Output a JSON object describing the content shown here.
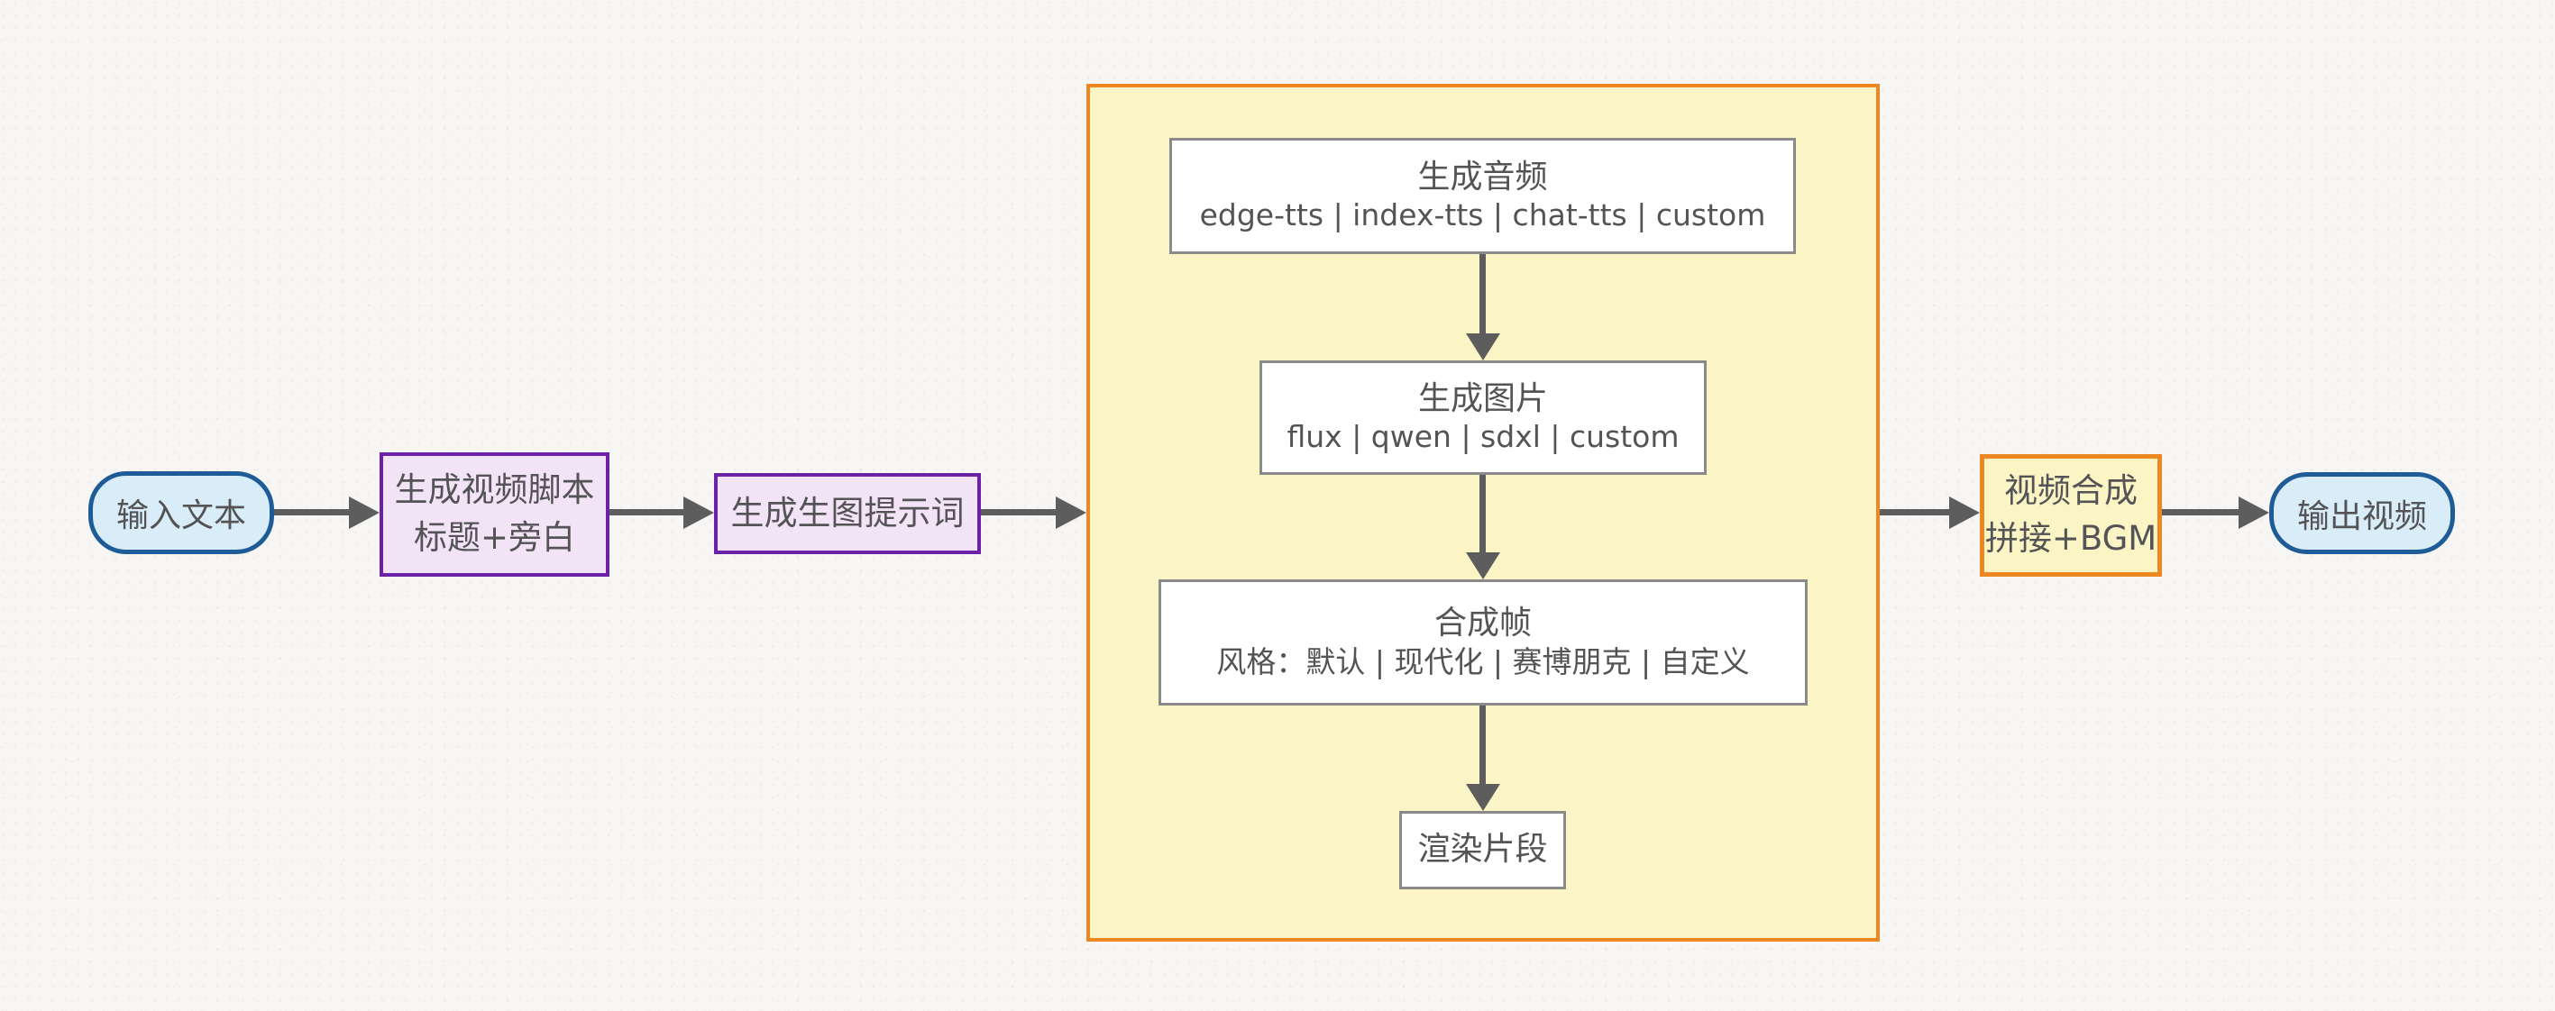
{
  "diagram": {
    "nodes": {
      "input": {
        "label": "输入文本"
      },
      "script": {
        "line1": "生成视频脚本",
        "line2": "标题+旁白"
      },
      "prompt": {
        "label": "生成生图提示词"
      },
      "audio": {
        "line1": "生成音频",
        "line2": "edge-tts | index-tts | chat-tts | custom"
      },
      "image": {
        "line1": "生成图片",
        "line2": "flux | qwen | sdxl | custom"
      },
      "frames": {
        "line1": "合成帧",
        "line2": "风格：默认 | 现代化 | 赛博朋克 | 自定义"
      },
      "render": {
        "label": "渲染片段"
      },
      "compose": {
        "line1": "视频合成",
        "line2": "拼接+BGM"
      },
      "output": {
        "label": "输出视频"
      }
    },
    "colors": {
      "terminal_fill": "#d9edf9",
      "terminal_border": "#1f5c97",
      "purple_fill": "#f3e3f7",
      "purple_border": "#6d21a8",
      "group_fill": "#fbf4c5",
      "group_border": "#ed8722",
      "box_fill": "#ffffff",
      "box_border": "#8a8a8a",
      "arrow": "#5d5d5d",
      "text": "#545456",
      "background": "#f7f6f4"
    }
  }
}
